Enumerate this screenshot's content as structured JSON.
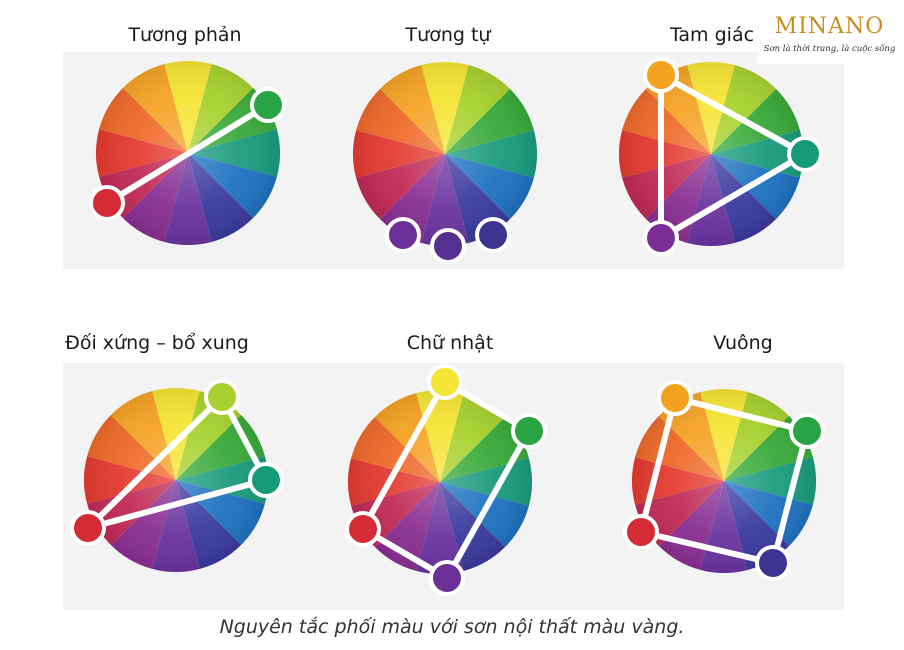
{
  "caption": "Nguyên tắc phối màu với sơn nội thất màu vàng.",
  "logo": {
    "name": "MINANO",
    "slogan": "Sơn là thời trang, là cuộc sống"
  },
  "wheel_colors": [
    "#f5e535",
    "#a8d12f",
    "#3aaa3a",
    "#1a9b7d",
    "#1f72c0",
    "#3a3a9e",
    "#6a34a0",
    "#8a2f92",
    "#c02a56",
    "#e33a30",
    "#ee6a2a",
    "#f5a326"
  ],
  "schemes": [
    {
      "title": "Tương phản",
      "dots": [
        {
          "color": "#29a444"
        },
        {
          "color": "#d42b34"
        }
      ]
    },
    {
      "title": "Tương tự",
      "dots": [
        {
          "color": "#6c2f97"
        },
        {
          "color": "#55318f"
        },
        {
          "color": "#3d3390"
        }
      ]
    },
    {
      "title": "Tam giác",
      "dots": [
        {
          "color": "#f2a21c"
        },
        {
          "color": "#159a7a"
        },
        {
          "color": "#7b2f96"
        }
      ]
    },
    {
      "title": "Đối xứng – bổ xung",
      "dots": [
        {
          "color": "#a8d12f"
        },
        {
          "color": "#159a7a"
        },
        {
          "color": "#d42b34"
        }
      ]
    },
    {
      "title": "Chữ nhật",
      "dots": [
        {
          "color": "#f5e535"
        },
        {
          "color": "#29a444"
        },
        {
          "color": "#6c2f97"
        },
        {
          "color": "#d42b34"
        }
      ]
    },
    {
      "title": "Vuông",
      "dots": [
        {
          "color": "#f2a21c"
        },
        {
          "color": "#29a444"
        },
        {
          "color": "#3d3390"
        },
        {
          "color": "#d42b34"
        }
      ]
    }
  ]
}
